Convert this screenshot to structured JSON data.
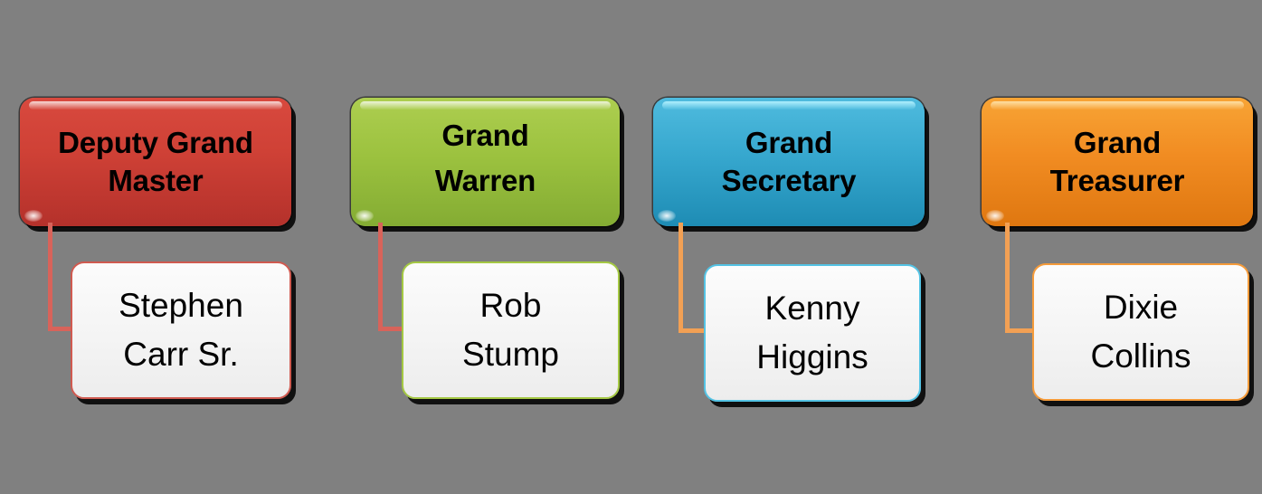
{
  "chart": {
    "type": "org-chart",
    "title": "",
    "background_color": "#808080",
    "orientation": "horizontal-row-of-pairs"
  },
  "groups": [
    {
      "id": "deputy-grand-master",
      "role": "Deputy Grand Master",
      "role_lines": [
        "Deputy Grand",
        "Master"
      ],
      "person": "Stephen Carr Sr.",
      "person_lines": [
        "Stephen",
        "Carr Sr."
      ],
      "accent_color": "#C0392B",
      "role_fill_top": "#D8493E",
      "role_fill_bottom": "#B4312B",
      "connector_color": "#D8635A",
      "name_border_color": "#D05A50"
    },
    {
      "id": "grand-warren",
      "role": "Grand Warren",
      "role_lines": [
        "Grand",
        "Warren"
      ],
      "person": "Rob Stump",
      "person_lines": [
        "Rob",
        "Stump"
      ],
      "accent_color": "#96BE3C",
      "role_fill_top": "#ADCE50",
      "role_fill_bottom": "#84AC33",
      "connector_color": "#D8635A",
      "name_border_color": "#A4C843"
    },
    {
      "id": "grand-secretary",
      "role": "Grand Secretary",
      "role_lines": [
        "Grand",
        "Secretary"
      ],
      "person": "Kenny Higgins",
      "person_lines": [
        "Kenny",
        "Higgins"
      ],
      "accent_color": "#3BA8CF",
      "role_fill_top": "#4FBBDE",
      "role_fill_bottom": "#1E8CB4",
      "connector_color": "#F2A054",
      "name_border_color": "#54C3E4"
    },
    {
      "id": "grand-treasurer",
      "role": "Grand Treasurer",
      "role_lines": [
        "Grand",
        "Treasurer"
      ],
      "person": "Dixie Collins",
      "person_lines": [
        "Dixie",
        "Collins"
      ],
      "accent_color": "#EF8A1E",
      "role_fill_top": "#F8A435",
      "role_fill_bottom": "#DF7710",
      "connector_color": "#F2A054",
      "name_border_color": "#F59B3A"
    }
  ]
}
